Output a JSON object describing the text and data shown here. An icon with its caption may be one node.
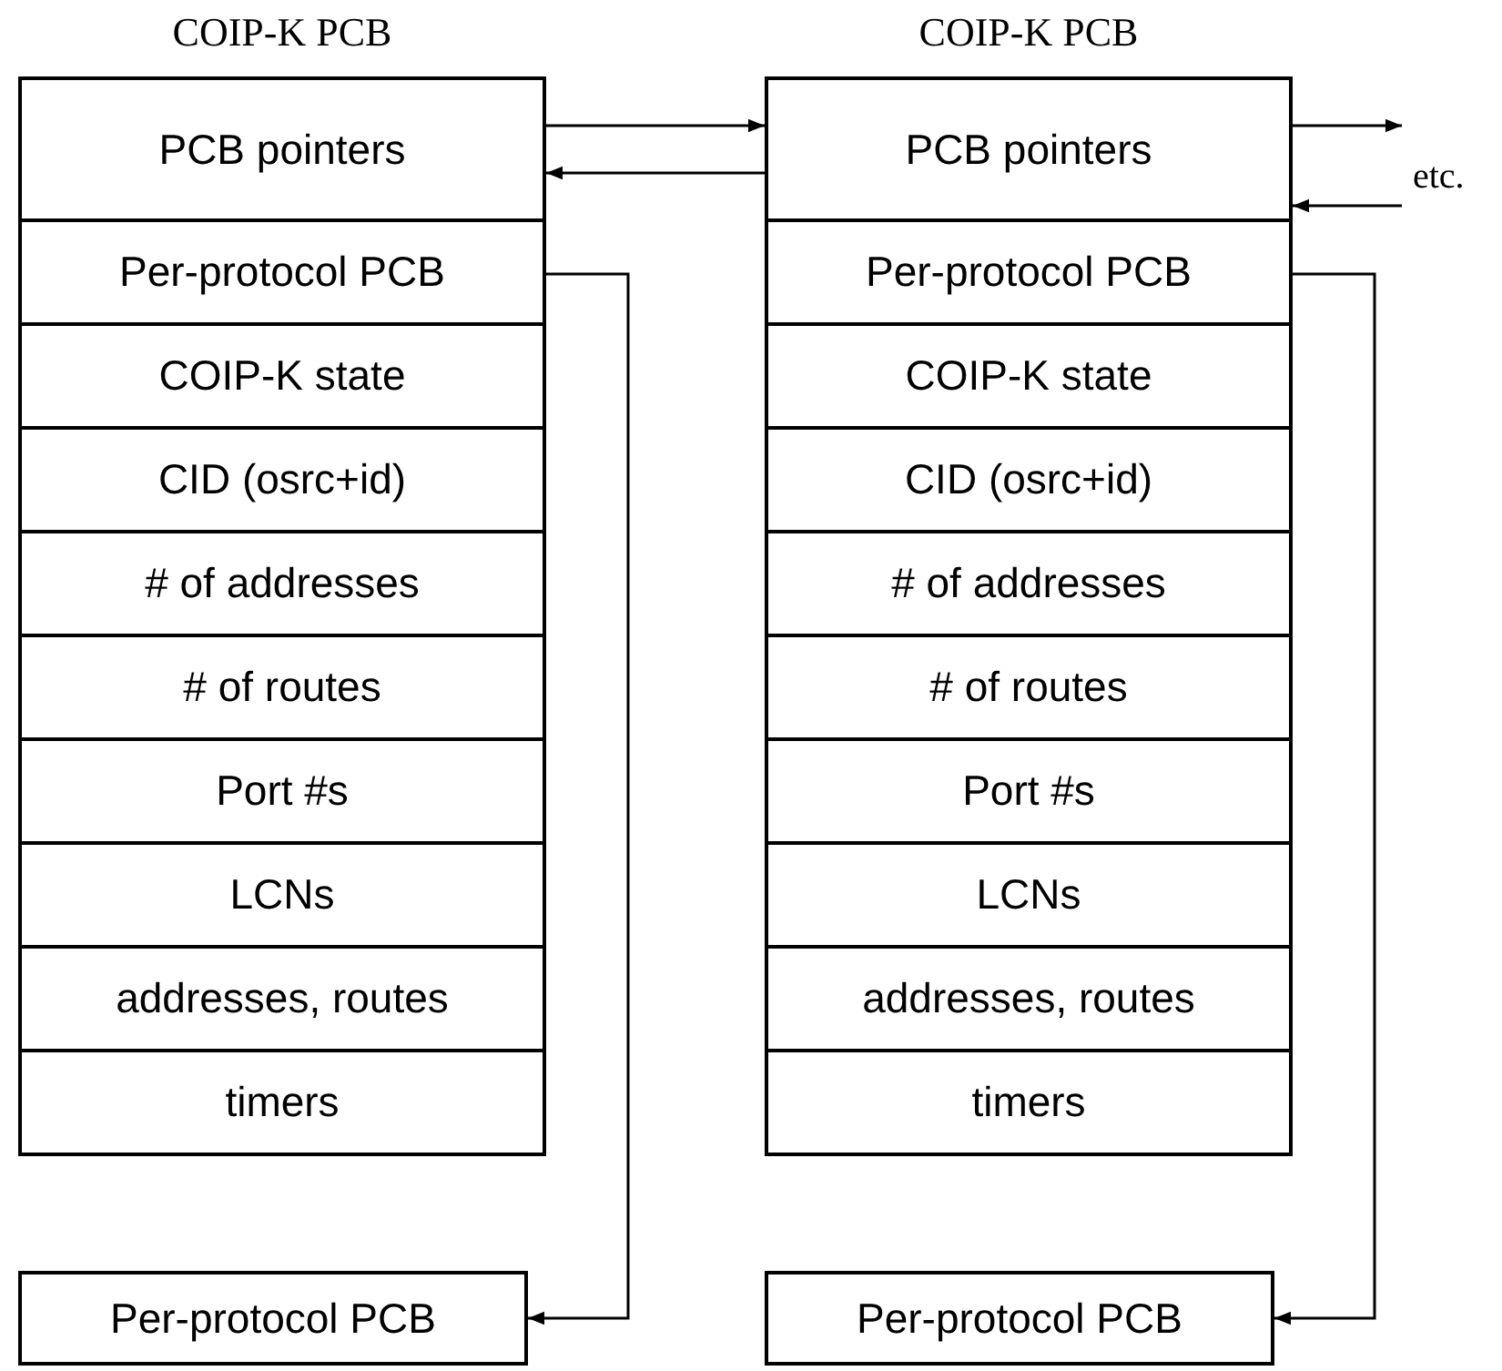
{
  "diagram": {
    "nodes": [
      {
        "text": [
          "COIP-K PCB"
        ]
      },
      {
        "text": [
          "PCB pointers"
        ],
        "in": 0
      },
      {
        "text": [
          "Per-protocol PCB"
        ],
        "in": 0
      },
      {
        "text": [
          "COIP-K state"
        ],
        "in": 0
      },
      {
        "text": [
          "CID (osrc+id)"
        ],
        "in": 0
      },
      {
        "text": [
          "# of addresses"
        ],
        "in": 0
      },
      {
        "text": [
          "# of routes"
        ],
        "in": 0
      },
      {
        "text": [
          "Port #s"
        ],
        "in": 0
      },
      {
        "text": [
          "LCNs"
        ],
        "in": 0
      },
      {
        "text": [
          "addresses, routes"
        ],
        "in": 0
      },
      {
        "text": [
          "timers"
        ],
        "in": 0
      },
      {
        "text": [
          "COIP-K PCB"
        ]
      },
      {
        "text": [
          "PCB pointers"
        ],
        "in": 11
      },
      {
        "text": [
          "Per-protocol PCB"
        ],
        "in": 11
      },
      {
        "text": [
          "COIP-K state"
        ],
        "in": 11
      },
      {
        "text": [
          "CID (osrc+id)"
        ],
        "in": 11
      },
      {
        "text": [
          "# of addresses"
        ],
        "in": 11
      },
      {
        "text": [
          "# of routes"
        ],
        "in": 11
      },
      {
        "text": [
          "Port #s"
        ],
        "in": 11
      },
      {
        "text": [
          "LCNs"
        ],
        "in": 11
      },
      {
        "text": [
          "addresses, routes"
        ],
        "in": 11
      },
      {
        "text": [
          "timers"
        ],
        "in": 11
      },
      {
        "text": [
          "etc."
        ]
      },
      {
        "text": [
          "Per-protocol PCB"
        ]
      },
      {
        "text": [
          "Per-protocol PCB"
        ]
      }
    ],
    "edges": [
      {
        "from": 1,
        "to": 12,
        "arrow": "to"
      },
      {
        "from": 12,
        "to": 1,
        "arrow": "to"
      },
      {
        "from": 12,
        "to": 22,
        "arrow": "to"
      },
      {
        "from": 22,
        "to": 12,
        "arrow": "to"
      },
      {
        "from": 2,
        "to": 23,
        "arrow": "to"
      },
      {
        "from": 13,
        "to": 24,
        "arrow": "to"
      }
    ]
  }
}
